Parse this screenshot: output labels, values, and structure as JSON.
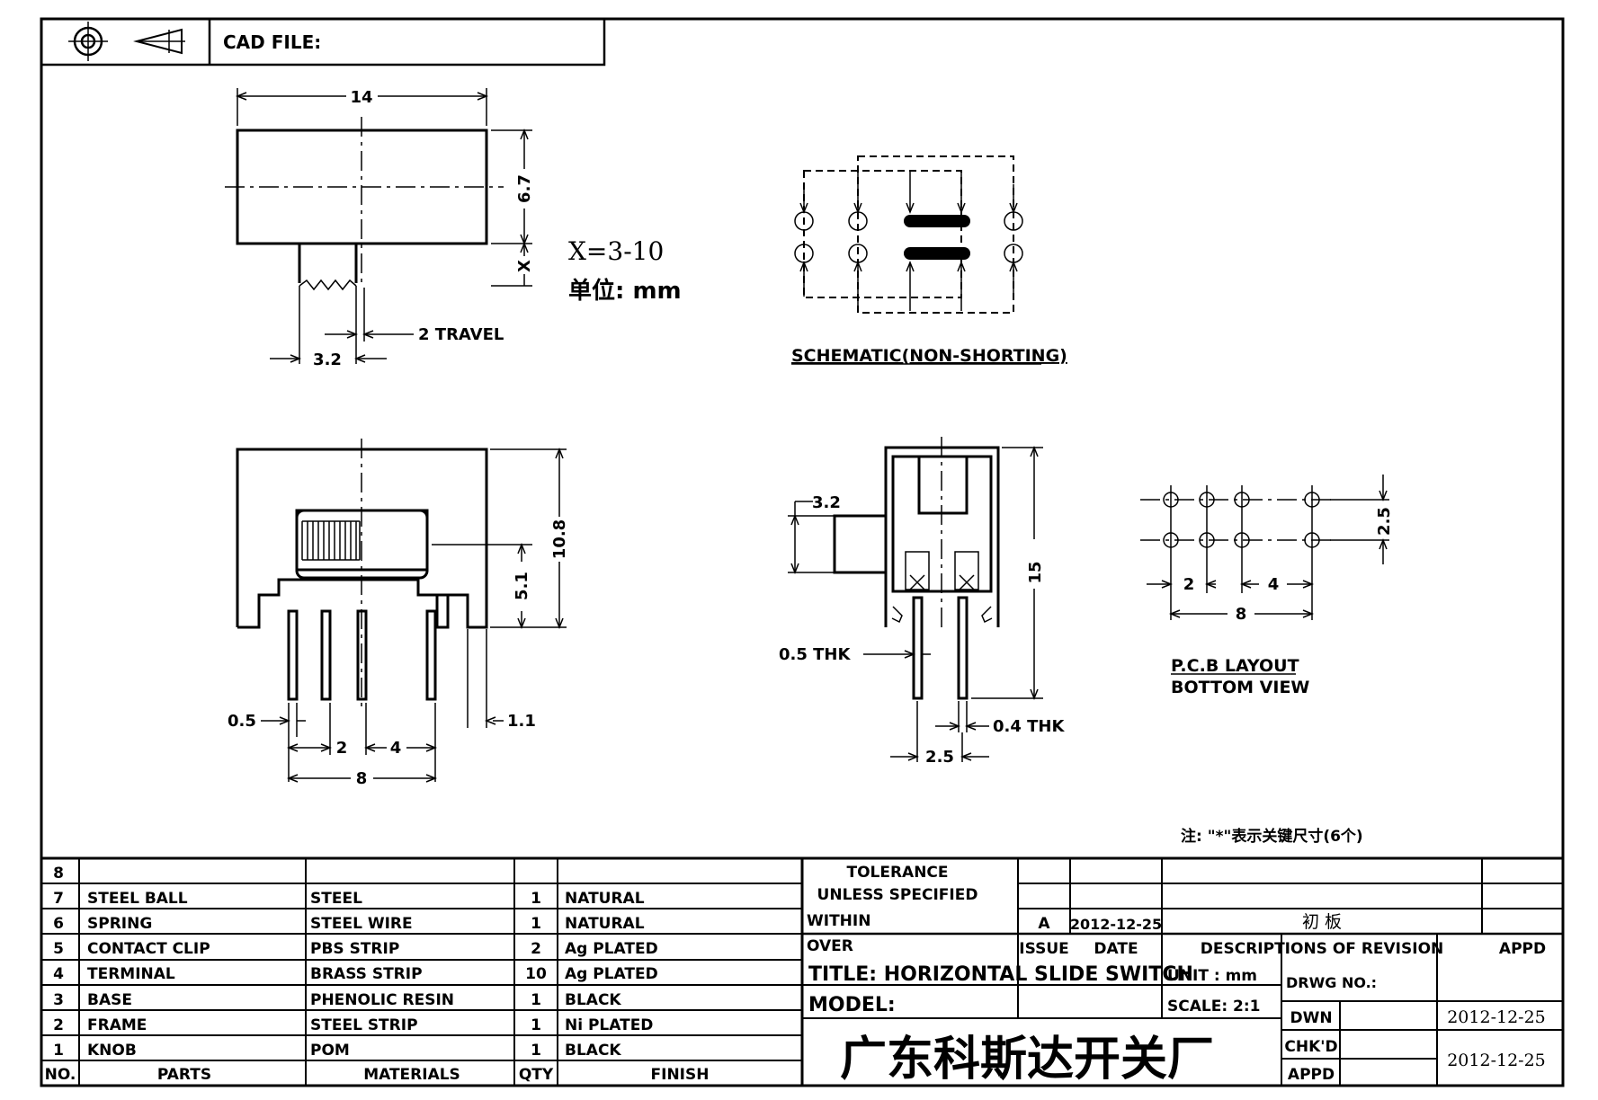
{
  "header": {
    "cad_file_label": "CAD FILE:",
    "icons": [
      "projection-symbol-circle",
      "projection-symbol-cone"
    ]
  },
  "drawing": {
    "top_view": {
      "width": "14",
      "height": "6.7",
      "x_label": "X",
      "knob_width": "3.2",
      "travel": "2 TRAVEL"
    },
    "note_x": "X=3-10",
    "note_unit": "单位: mm",
    "schematic_title": "SCHEMATIC(NON-SHORTING)",
    "front_view": {
      "height_total": "10.8",
      "height_body": "5.1",
      "pin_width": "0.5",
      "frame_thk": "1.1",
      "pitch_a": "2",
      "pitch_b": "4",
      "overall": "8"
    },
    "side_view": {
      "knob": "3.2",
      "height": "15",
      "thk_a": "0.5 THK",
      "thk_b": "0.4 THK",
      "pitch": "2.5"
    },
    "pcb": {
      "row_pitch": "2.5",
      "pitch_a": "2",
      "pitch_b": "4",
      "overall": "8",
      "title_1": "P.C.B LAYOUT",
      "title_2": "BOTTOM VIEW"
    },
    "footnote": "注: \"*\"表示关键尺寸(6个)"
  },
  "bom": {
    "headers": {
      "no": "NO.",
      "parts": "PARTS",
      "materials": "MATERIALS",
      "qty": "QTY",
      "finish": "FINISH"
    },
    "rows": [
      {
        "no": "8",
        "part": "",
        "material": "",
        "qty": "",
        "finish": ""
      },
      {
        "no": "7",
        "part": "STEEL BALL",
        "material": "STEEL",
        "qty": "1",
        "finish": "NATURAL"
      },
      {
        "no": "6",
        "part": "SPRING",
        "material": "STEEL WIRE",
        "qty": "1",
        "finish": "NATURAL"
      },
      {
        "no": "5",
        "part": "CONTACT CLIP",
        "material": "PBS STRIP",
        "qty": "2",
        "finish": "Ag PLATED"
      },
      {
        "no": "4",
        "part": "TERMINAL",
        "material": "BRASS STRIP",
        "qty": "10",
        "finish": "Ag PLATED"
      },
      {
        "no": "3",
        "part": "BASE",
        "material": "PHENOLIC RESIN",
        "qty": "1",
        "finish": "BLACK"
      },
      {
        "no": "2",
        "part": "FRAME",
        "material": "STEEL STRIP",
        "qty": "1",
        "finish": "Ni PLATED"
      },
      {
        "no": "1",
        "part": "KNOB",
        "material": "POM",
        "qty": "1",
        "finish": "BLACK"
      }
    ]
  },
  "title_block": {
    "tolerance_1": "TOLERANCE",
    "tolerance_2": "UNLESS   SPECIFIED",
    "within": "WITHIN",
    "over": "OVER",
    "issue_value": "A",
    "issue_date": "2012-12-25",
    "revision_desc": "初 板",
    "issue_label": "ISSUE",
    "date_label": "DATE",
    "desc_label": "DESCRIPTIONS OF REVISION",
    "appd_label": "APPD",
    "title": "TITLE: HORIZONTAL SLIDE SWITCH",
    "unit": "UNIT : mm",
    "drwg_no": "DRWG NO.:",
    "model": "MODEL:",
    "scale": "SCALE: 2:1",
    "company": "广东科斯达开关厂",
    "dwn_label": "DWN",
    "dwn_date": "2012-12-25",
    "chkd_label": "CHK'D",
    "appd2_label": "APPD",
    "chk_date": "2012-12-25"
  }
}
